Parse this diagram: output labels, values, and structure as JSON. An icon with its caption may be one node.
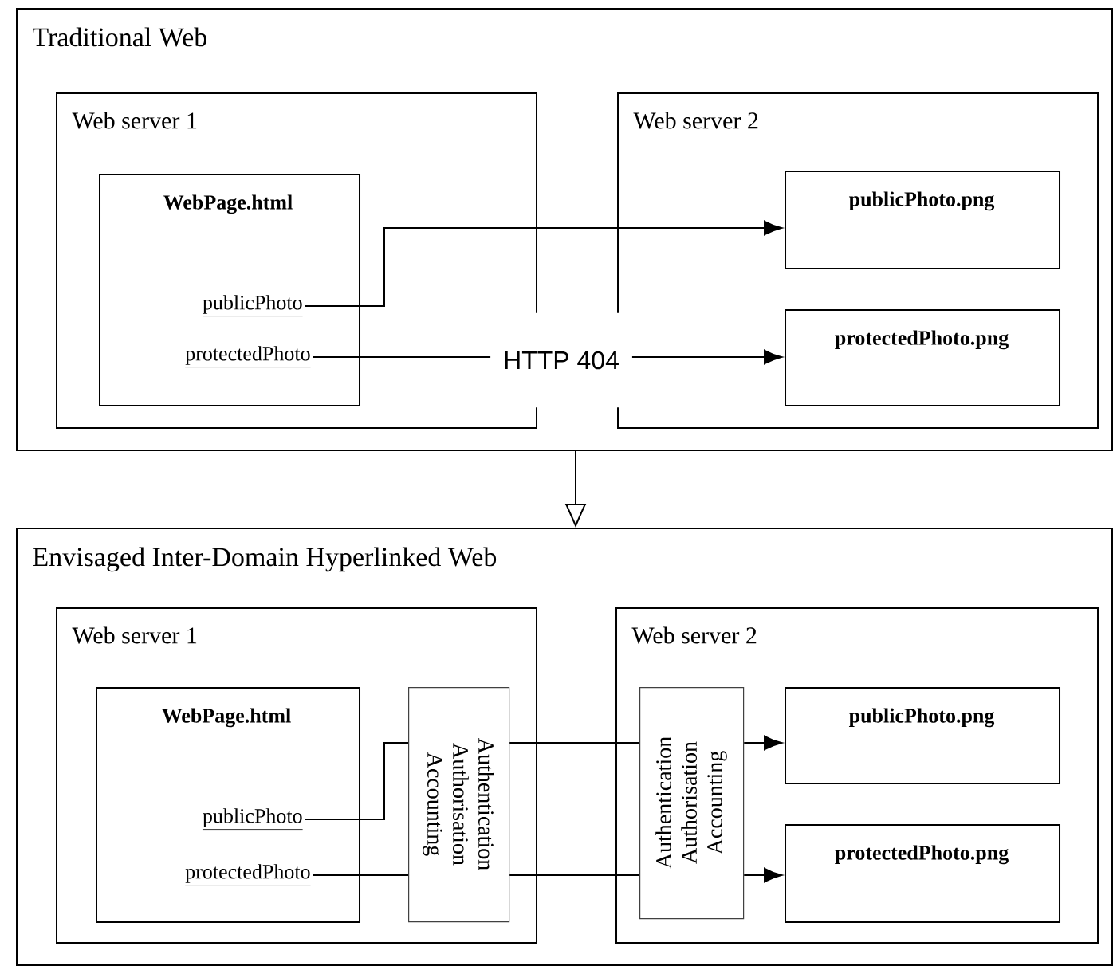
{
  "diagram": {
    "nodes": [
      {
        "text": [
          "Traditional Web"
        ]
      },
      {
        "text": [
          "Web server 1"
        ],
        "in": 0
      },
      {
        "text": [
          "WebPage.html"
        ],
        "in": 1
      },
      {
        "text": [
          "publicPhoto"
        ],
        "in": 2
      },
      {
        "text": [
          "protectedPhoto"
        ],
        "in": 2
      },
      {
        "text": [
          "Web server 2"
        ],
        "in": 0
      },
      {
        "text": [
          "publicPhoto.png"
        ],
        "in": 5
      },
      {
        "text": [
          "protectedPhoto.png"
        ],
        "in": 5
      },
      {
        "text": [
          "Envisaged Inter-Domain Hyperlinked Web"
        ]
      },
      {
        "text": [
          "Web server 1"
        ],
        "in": 8
      },
      {
        "text": [
          "WebPage.html"
        ],
        "in": 9
      },
      {
        "text": [
          "publicPhoto"
        ],
        "in": 10
      },
      {
        "text": [
          "protectedPhoto"
        ],
        "in": 10
      },
      {
        "text": [
          "Authentication Authorisation Accounting"
        ],
        "in": 9
      },
      {
        "text": [
          "Web server 2"
        ],
        "in": 8
      },
      {
        "text": [
          "Authentication Authorisation Accounting"
        ],
        "in": 14
      },
      {
        "text": [
          "publicPhoto.png"
        ],
        "in": 14
      },
      {
        "text": [
          "protectedPhoto.png"
        ],
        "in": 14
      }
    ],
    "edges": [
      {
        "from": 0,
        "to": 8,
        "arrow": "to"
      },
      {
        "from": 3,
        "to": 6,
        "arrow": "to"
      },
      {
        "from": 4,
        "to": 7,
        "arrow": "to",
        "label": "HTTP 404"
      },
      {
        "from": 11,
        "to": 13,
        "arrow": "none"
      },
      {
        "from": 12,
        "to": 13,
        "arrow": "none"
      },
      {
        "from": 13,
        "to": 15,
        "arrow": "none"
      },
      {
        "from": 13,
        "to": 15,
        "arrow": "none"
      },
      {
        "from": 15,
        "to": 16,
        "arrow": "to"
      },
      {
        "from": 15,
        "to": 17,
        "arrow": "to"
      }
    ]
  }
}
